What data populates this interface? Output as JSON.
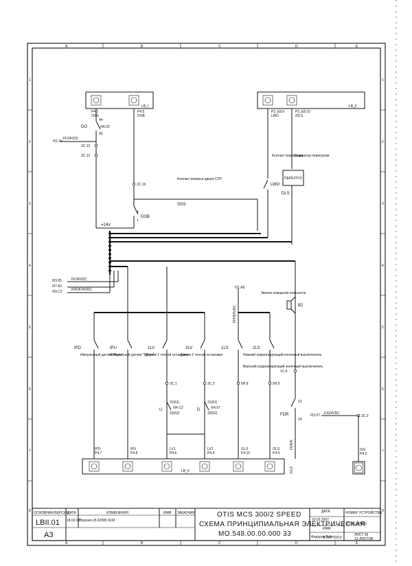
{
  "grid": {
    "cols": [
      "A",
      "B",
      "C",
      "D",
      "E"
    ],
    "rows": [
      "1",
      "2",
      "3",
      "4",
      "5",
      "6",
      "7",
      "8"
    ]
  },
  "top_left_box": {
    "label": "LB_I",
    "terms": [
      "P4.1",
      "P4.5"
    ],
    "wires": [
      "/SOL",
      "DOB"
    ]
  },
  "top_right_box": {
    "label": "LB_II",
    "terms": [
      "P2_E8.6",
      "P2_E8.10"
    ],
    "wires": [
      "LWO",
      "/DLS"
    ]
  },
  "bottom_box": {
    "label": "LB_II"
  },
  "labels": {
    "do": "DO",
    "do_ref": "/06.02",
    "n44": "44",
    "n43": "43",
    "ff24_top": "FF24VDC",
    "ref_0144": "/01.44",
    "n2c12a": "2C.12",
    "n2c12b": "2C.12",
    "n2c16": "2C.16",
    "sgs_note": "Контакт реверса двери СПУ",
    "sgs": "SGS",
    "dob": "DOB",
    "n4": "4",
    "n1": "1",
    "v24": "=24V",
    "lwo_note": "Контакт перегрузки",
    "dls_note": "Индикатор перегрузки",
    "lwo": "LWO",
    "dls": "DLS",
    "overload": "ПЕРЕГРУЗ",
    "ref_0305": "/03.05",
    "ref_07a1": "/07.A1",
    "ref_09c2": "/09.C2",
    "ff24_mid": "FF24VDC",
    "krof": "KROF24VDC",
    "ref_01a5": "/01.A5",
    "ffh24": "FFH24VDC",
    "b2_note": "Звонок пожарной опасности",
    "b2": "B2",
    "n1c4": "1C.4",
    "fdr": "FDR",
    "n13": "13",
    "n14": "14",
    "ref_0307": "/03.07",
    "es24": "ES24VDC",
    "n2c3": "2C.3",
    "iss": "ISS",
    "iss_term": "P4.2",
    "fdrv": "FDR/K",
    "vls": "/VLS"
  },
  "sensors": [
    {
      "name": "IPD",
      "note": "Импульсный датчик \"Вниз\"",
      "term": "P4.7",
      "wire": "IPD"
    },
    {
      "name": "IPU",
      "note": "Импульсный датчик \"Вверх\"",
      "term": "P4.8",
      "wire": "IPU"
    },
    {
      "name": "1LV",
      "note": "Датчик 1 точной остановки",
      "term": "P4.6",
      "wire": "LV1",
      "node": "3C.1"
    },
    {
      "name": "2LV",
      "note": "Датчик 2 точной остановки",
      "term": "P4.4",
      "wire": "LV2",
      "node": "3C.2"
    },
    {
      "name": "1LS",
      "note": "Нижний корректирующий конечный выключатель",
      "term": "P4.10",
      "wire": "/1LS",
      "node": "5H.8"
    },
    {
      "name": "2LS",
      "note": "Верхний корректирующий конечный выключатель",
      "term": "P4.9",
      "wire": "/2LS",
      "node": "5H.9"
    }
  ],
  "relay": {
    "u": "U",
    "d": "D",
    "u_lines": [
      "31(61)",
      "/04.C2",
      "32(62)"
    ],
    "d_lines": [
      "31(61)",
      "/04.67",
      "32(62)"
    ]
  },
  "title_block": {
    "base_version_hdr": "ОСНОВНАЯ ВЕРСИЯ",
    "base_version": "LBII.01",
    "format": "A3",
    "date_hdr": "ДАТА",
    "change_hdr": "ИЗМЕНЕНИЯ",
    "name_hdr": "ИМЯ",
    "customer_hdr": "ЗАКАЗЧИК",
    "rev_date": "18.02.08",
    "rev_text": "Версия LB.02/M0.SCR",
    "title1": "OTIS MCS 300/2 SPEED",
    "title2": "СХЕМА ПРИНЦИПИАЛЬНАЯ ЭЛЕКТРИЧЕСКАЯ",
    "title3": "MO.548.00.00.000 33",
    "date_label": "ДАТА",
    "date": "19.02.2007",
    "name_label": "ИМЯ",
    "author": "Федоров З.А.",
    "device_label": "НОМЕР УСТРОЙСТВА",
    "device": "E2TE_45823",
    "sheets_label": "ОТКУПОЛ.:",
    "sheet": "2",
    "sheet_no": "ЛИСТ 05",
    "sheets_total": "12 ЛИСТОВ"
  }
}
